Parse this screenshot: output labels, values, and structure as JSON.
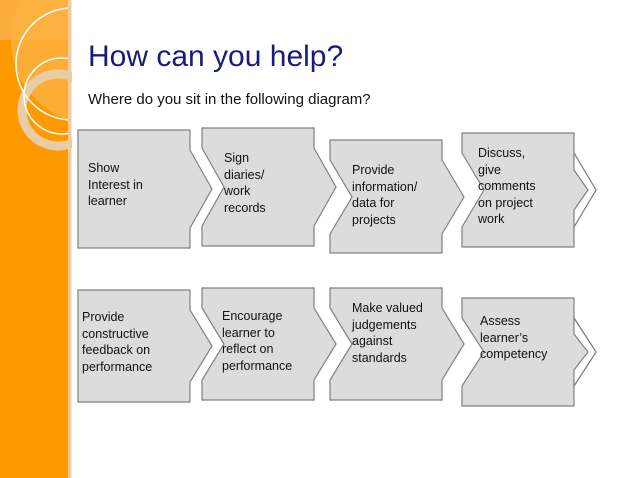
{
  "slide": {
    "title": "How can you help?",
    "subtitle": "Where do you sit in the following diagram?"
  },
  "colors": {
    "orange": "#ff9900",
    "orange_light": "#fbb040",
    "accent_tan": "#e5c9a0",
    "title_navy": "#1a1a7a",
    "shape_fill": "#dcdcdc",
    "shape_stroke": "#808080",
    "text_black": "#111111",
    "white": "#ffffff"
  },
  "diagram": {
    "type": "chevron-process",
    "rows": [
      {
        "row_index": 1,
        "steps": [
          {
            "index": 1,
            "label": "Show\nInterest in\nlearner"
          },
          {
            "index": 2,
            "label": "Sign\ndiaries/\nwork\nrecords"
          },
          {
            "index": 3,
            "label": "Provide\ninformation/\ndata for\nprojects"
          },
          {
            "index": 4,
            "label": "Discuss,\ngive\ncomments\non project\nwork"
          }
        ]
      },
      {
        "row_index": 2,
        "steps": [
          {
            "index": 1,
            "label": "Provide\nconstructive\nfeedback on\nperformance"
          },
          {
            "index": 2,
            "label": "Encourage\nlearner to\nreflect on\nperformance"
          },
          {
            "index": 3,
            "label": "Make valued\njudgements\nagainst\nstandards"
          },
          {
            "index": 4,
            "label": "Assess\nlearner’s\ncompetency"
          }
        ]
      }
    ]
  }
}
